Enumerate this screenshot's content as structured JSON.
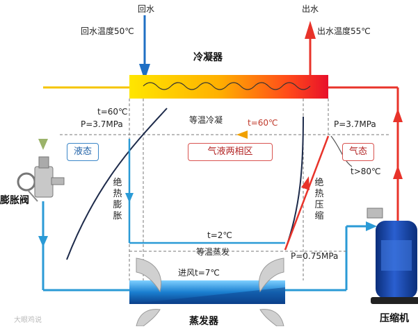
{
  "labels": {
    "return_water": "回水",
    "return_temp": "回水温度50℃",
    "outlet_water": "出水",
    "outlet_temp": "出水温度55℃",
    "condenser": "冷凝器",
    "evaporator": "蒸发器",
    "expansion_valve": "膨胀阀",
    "compressor": "压缩机",
    "iso_condense": "等温冷凝",
    "t60_line": "t=60℃",
    "t60_left": "t=60℃",
    "p37_left": "P=3.7MPa",
    "p37_right": "P=3.7MPa",
    "t80": "t>80℃",
    "liquid": "液态",
    "two_phase": "气液两相区",
    "gas": "气态",
    "adiabatic_expansion": "绝热膨胀",
    "adiabatic_compression": "绝热压缩",
    "t2": "t=2℃",
    "iso_evap": "等温蒸发",
    "p075": "P=0.75MPa",
    "intake": "进风t=7℃",
    "watermark": "大眼鸡说"
  },
  "colors": {
    "cold": "#2a9ad6",
    "hot": "#e8332a",
    "warm": "#f5b400",
    "accent_blue": "#3a86c8",
    "accent_red": "#d9534f"
  },
  "icons": [
    "arrow-icon",
    "expansion-valve-icon",
    "compressor-icon",
    "fan-airflow-icon",
    "coil-icon"
  ]
}
